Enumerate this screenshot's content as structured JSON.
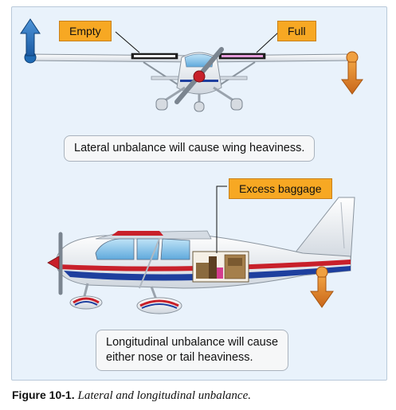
{
  "callouts": {
    "empty": "Empty",
    "full": "Full",
    "excess_baggage": "Excess baggage"
  },
  "notes": {
    "lateral": "Lateral unbalance will cause wing heaviness.",
    "longitudinal_line1": "Longitudinal unbalance will cause",
    "longitudinal_line2": "either nose or tail heaviness."
  },
  "caption": {
    "label": "Figure 10-1.",
    "text": "Lateral and longitudinal unbalance."
  },
  "colors": {
    "panel_background": "#e9f2fb",
    "callout_orange": "#f7a823",
    "arrow_up_blue": "#1f6bb5",
    "arrow_down_orange": "#d9781a",
    "stripe_red": "#c8202a",
    "stripe_blue": "#1e3f9e",
    "fuel_full_pink": "#e39ad8"
  },
  "icons": {
    "up_arrow": "blue-up-arrow-icon",
    "down_arrow_front_view": "orange-down-arrow-icon",
    "down_arrow_side_view": "orange-down-arrow-icon"
  }
}
